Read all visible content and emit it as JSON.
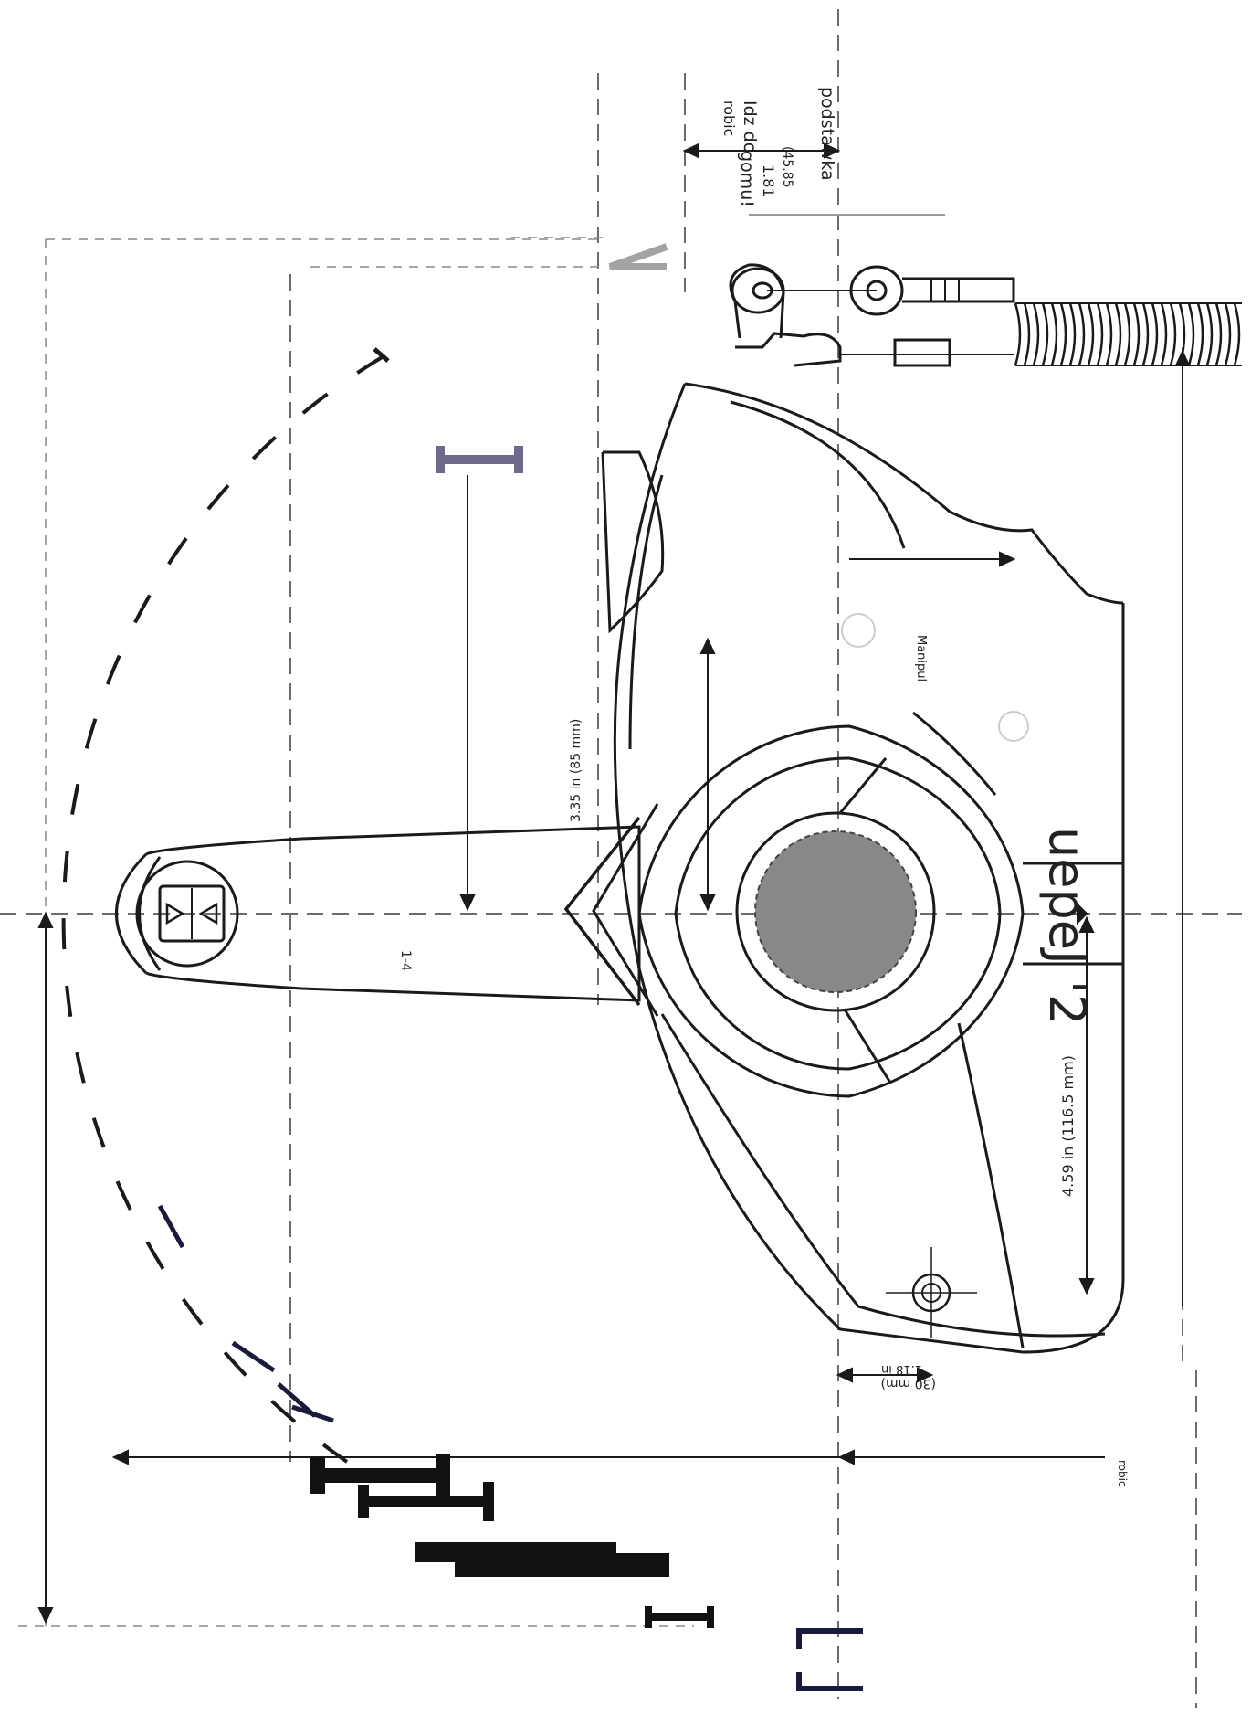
{
  "labels": {
    "top_right_a": "Idz do",
    "top_right_b": "podstawka",
    "top_right_c": "robic",
    "top_right_d": "gomu!",
    "dim_top": "1.81",
    "dim_top_mm": "(45.85",
    "dim_center": "3.35 in (85 mm)",
    "dim_right": "4.59 in (116.5 mm)",
    "dim_bottom_left": "(30 mm)",
    "dim_bottom_left_in": "1.18 in",
    "manual_text": "Manipul",
    "big_text": "uepeJ '2",
    "small_left": "1-4",
    "small_bottom": "robic"
  },
  "colors": {
    "stroke": "#1a1a1a",
    "dash": "#6b6b6b",
    "hub": "#888888",
    "marker_purple": "#6e6a8c",
    "marker_gray": "#a3a3a3",
    "marker_dark": "#111111",
    "text_gray": "#555555"
  }
}
